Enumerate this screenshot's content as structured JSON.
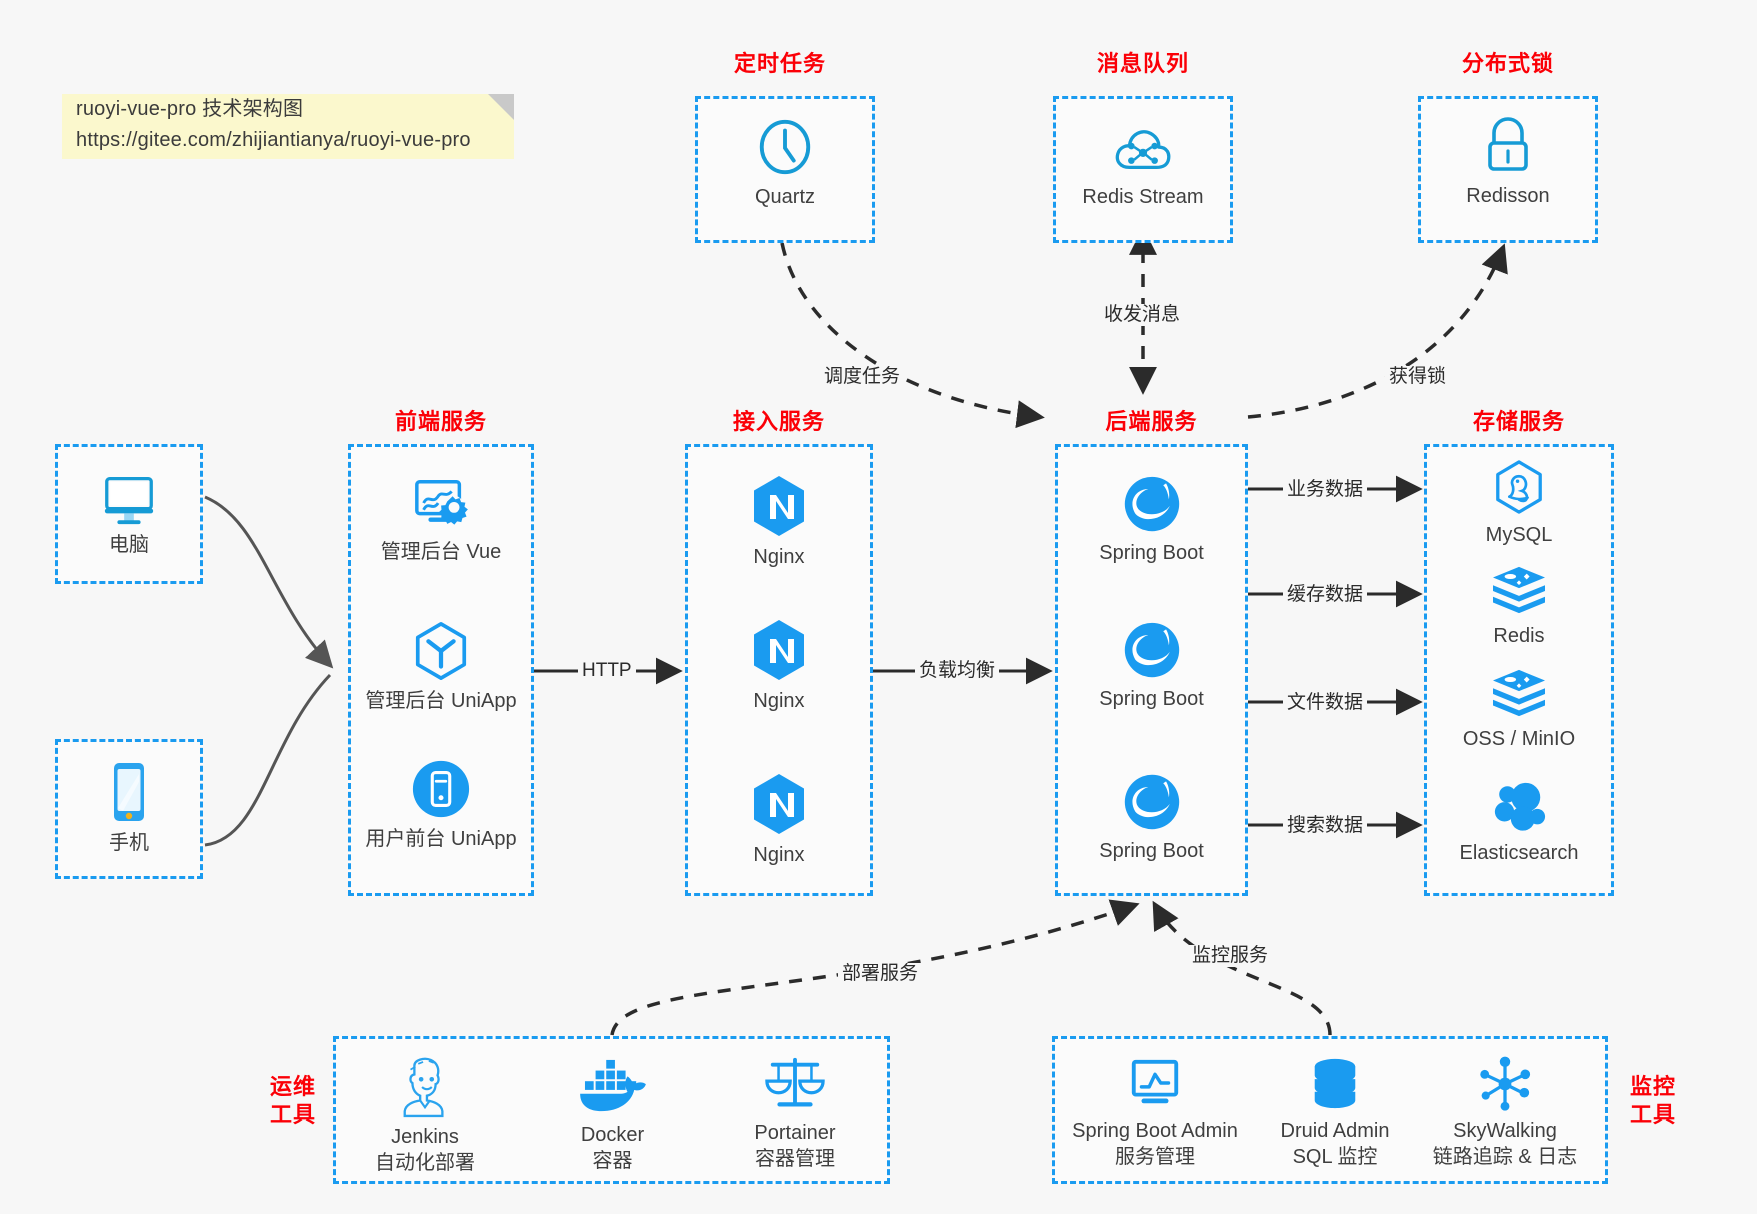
{
  "note": {
    "line1": "ruoyi-vue-pro 技术架构图",
    "line2": "https://gitee.com/zhijiantianya/ruoyi-vue-pro"
  },
  "colors": {
    "title_red": "#fb0007",
    "box_blue": "#1a9bf0",
    "icon_blue": "#169bd5",
    "background": "#f7f7f7",
    "note_yellow": "#fbf8cd",
    "arrow_dark": "#2b2b2b"
  },
  "groups": {
    "scheduled_task": {
      "title": "定时任务",
      "nodes": [
        {
          "label": "Quartz",
          "icon": "clock-icon"
        }
      ]
    },
    "message_queue": {
      "title": "消息队列",
      "nodes": [
        {
          "label": "Redis Stream",
          "icon": "cloud-queue-icon"
        }
      ]
    },
    "distributed_lock": {
      "title": "分布式锁",
      "nodes": [
        {
          "label": "Redisson",
          "icon": "lock-icon"
        }
      ]
    },
    "devices": {
      "nodes": [
        {
          "label": "电脑",
          "icon": "desktop-icon"
        },
        {
          "label": "手机",
          "icon": "mobile-icon"
        }
      ]
    },
    "frontend": {
      "title": "前端服务",
      "nodes": [
        {
          "label": "管理后台 Vue",
          "icon": "dashboard-gear-icon"
        },
        {
          "label": "管理后台 UniApp",
          "icon": "cube-icon"
        },
        {
          "label": "用户前台 UniApp",
          "icon": "phone-circle-icon"
        }
      ]
    },
    "access": {
      "title": "接入服务",
      "nodes": [
        {
          "label": "Nginx",
          "icon": "nginx-icon"
        },
        {
          "label": "Nginx",
          "icon": "nginx-icon"
        },
        {
          "label": "Nginx",
          "icon": "nginx-icon"
        }
      ]
    },
    "backend": {
      "title": "后端服务",
      "nodes": [
        {
          "label": "Spring Boot",
          "icon": "spring-boot-icon"
        },
        {
          "label": "Spring Boot",
          "icon": "spring-boot-icon"
        },
        {
          "label": "Spring Boot",
          "icon": "spring-boot-icon"
        }
      ]
    },
    "storage": {
      "title": "存储服务",
      "nodes": [
        {
          "label": "MySQL",
          "icon": "mysql-icon"
        },
        {
          "label": "Redis",
          "icon": "redis-icon"
        },
        {
          "label": "OSS / MinIO",
          "icon": "oss-icon"
        },
        {
          "label": "Elasticsearch",
          "icon": "elasticsearch-icon"
        }
      ]
    },
    "devops": {
      "title_line1": "运维",
      "title_line2": "工具",
      "nodes": [
        {
          "label": "Jenkins",
          "sublabel": "自动化部署",
          "icon": "jenkins-icon"
        },
        {
          "label": "Docker",
          "sublabel": "容器",
          "icon": "docker-icon"
        },
        {
          "label": "Portainer",
          "sublabel": "容器管理",
          "icon": "scales-icon"
        }
      ]
    },
    "monitoring": {
      "title_line1": "监控",
      "title_line2": "工具",
      "nodes": [
        {
          "label": "Spring Boot Admin",
          "sublabel": "服务管理",
          "icon": "monitor-chart-icon"
        },
        {
          "label": "Druid Admin",
          "sublabel": "SQL 监控",
          "icon": "database-icon"
        },
        {
          "label": "SkyWalking",
          "sublabel": "链路追踪 & 日志",
          "icon": "skywalking-icon"
        }
      ]
    }
  },
  "edges": {
    "http": "HTTP",
    "load_balance": "负载均衡",
    "schedule_task": "调度任务",
    "send_receive_message": "收发消息",
    "acquire_lock": "获得锁",
    "business_data": "业务数据",
    "cache_data": "缓存数据",
    "file_data": "文件数据",
    "search_data": "搜索数据",
    "deploy_service": "部署服务",
    "monitor_service": "监控服务"
  }
}
